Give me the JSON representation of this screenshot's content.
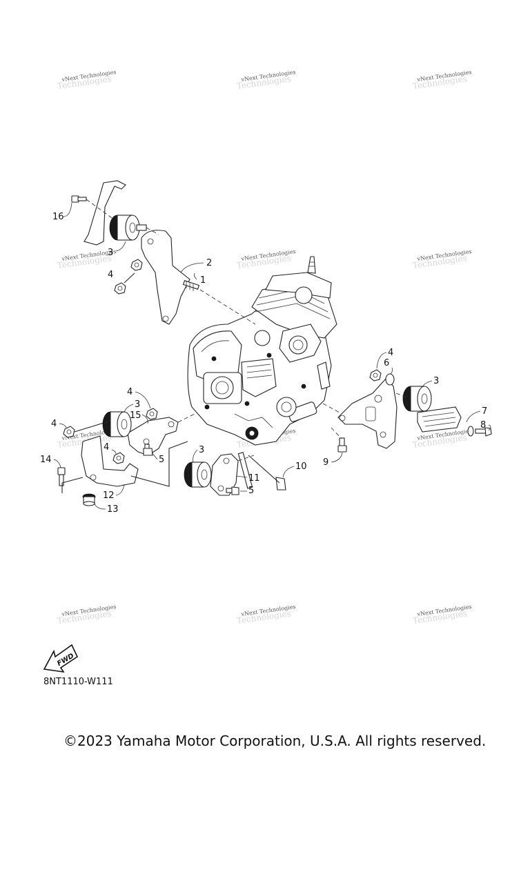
{
  "watermark": {
    "text": "vNext Technologies"
  },
  "callouts": [
    "1",
    "2",
    "3",
    "4",
    "5",
    "6",
    "7",
    "8",
    "9",
    "10",
    "11",
    "12",
    "13",
    "14",
    "15",
    "16"
  ],
  "fwd_label": "FWD",
  "diagram_code": "8NT1110-W111",
  "copyright": "©2023 Yamaha Motor Corporation, U.S.A. All rights reserved."
}
